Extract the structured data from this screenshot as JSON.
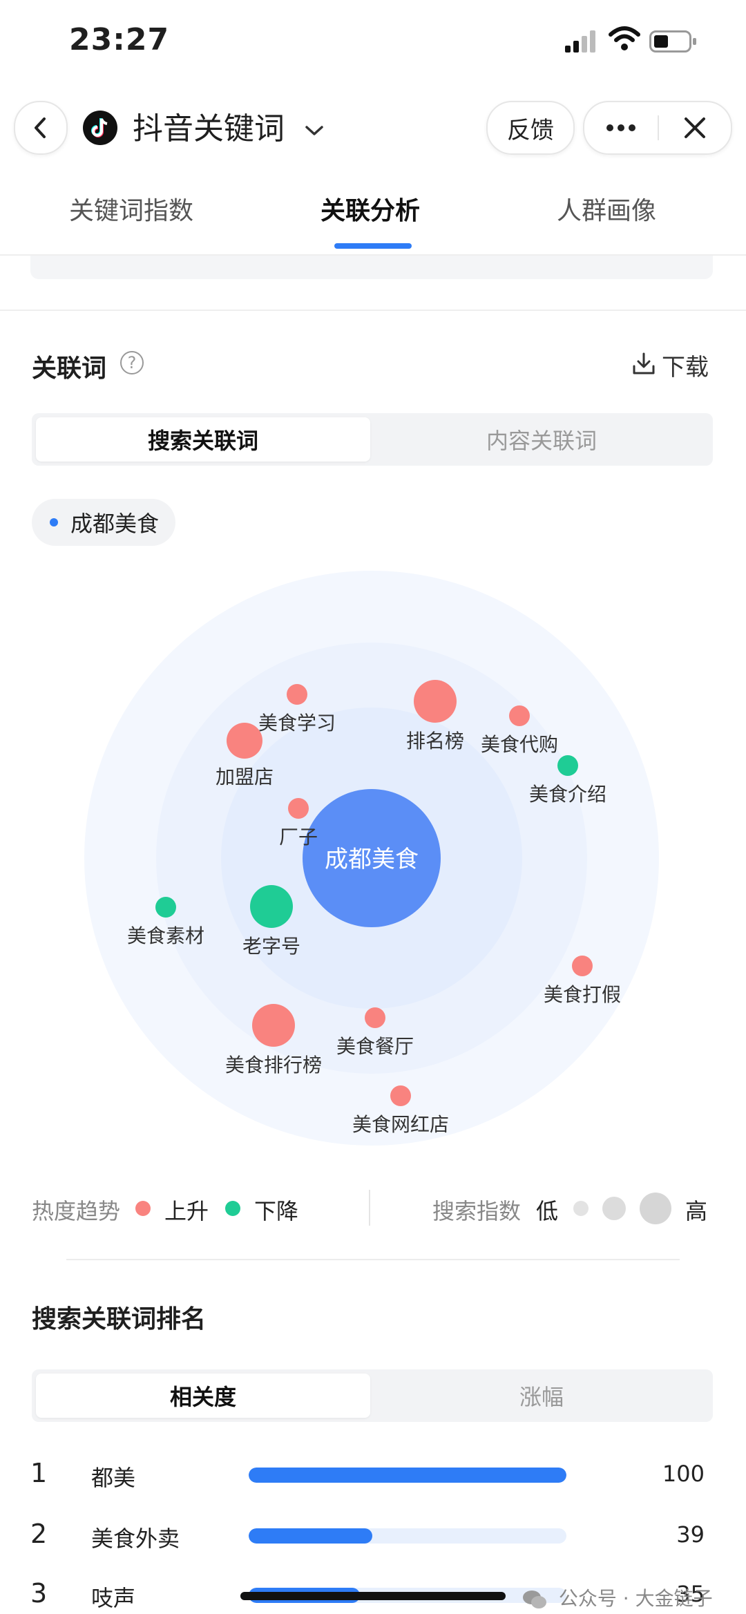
{
  "status_bar": {
    "time": "23:27"
  },
  "header": {
    "app_name": "抖音关键词",
    "feedback_label": "反馈",
    "more_icon": "more-dots-icon",
    "close_icon": "close-icon",
    "back_icon": "chevron-left-icon"
  },
  "tabs": [
    {
      "label": "关键词指数",
      "active": false
    },
    {
      "label": "关联分析",
      "active": true
    },
    {
      "label": "人群画像",
      "active": false
    }
  ],
  "related": {
    "title": "关联词",
    "download_label": "下载",
    "segments": [
      "搜索关联词",
      "内容关联词"
    ],
    "active_segment": 0,
    "selected_keyword": "成都美食"
  },
  "bubble_chart": {
    "center": "成都美食",
    "words": [
      {
        "label": "美食学习",
        "trend": "up",
        "size": "small"
      },
      {
        "label": "排名榜",
        "trend": "up",
        "size": "large"
      },
      {
        "label": "美食代购",
        "trend": "up",
        "size": "small"
      },
      {
        "label": "美食介绍",
        "trend": "down",
        "size": "small"
      },
      {
        "label": "加盟店",
        "trend": "up",
        "size": "medium"
      },
      {
        "label": "厂子",
        "trend": "up",
        "size": "small"
      },
      {
        "label": "美食素材",
        "trend": "down",
        "size": "small"
      },
      {
        "label": "老字号",
        "trend": "down",
        "size": "large"
      },
      {
        "label": "美食打假",
        "trend": "up",
        "size": "small"
      },
      {
        "label": "美食排行榜",
        "trend": "up",
        "size": "large"
      },
      {
        "label": "美食餐厅",
        "trend": "up",
        "size": "small"
      },
      {
        "label": "美食网红店",
        "trend": "up",
        "size": "small"
      }
    ],
    "colors": {
      "up": "#f9837f",
      "down": "#1fcc95",
      "center": "#5b8ef6"
    }
  },
  "legend": {
    "trend_label": "热度趋势",
    "up_label": "上升",
    "down_label": "下降",
    "index_label": "搜索指数",
    "low_label": "低",
    "high_label": "高"
  },
  "ranking": {
    "title": "搜索关联词排名",
    "segments": [
      "相关度",
      "涨幅"
    ],
    "active_segment": 0,
    "rows": [
      {
        "rank": "1",
        "word": "都美",
        "value": "100",
        "fraction": 1.0
      },
      {
        "rank": "2",
        "word": "美食外卖",
        "value": "39",
        "fraction": 0.39
      },
      {
        "rank": "3",
        "word": "吱声",
        "value": "35",
        "fraction": 0.35
      }
    ]
  },
  "watermark": "公众号 · 大金链子"
}
